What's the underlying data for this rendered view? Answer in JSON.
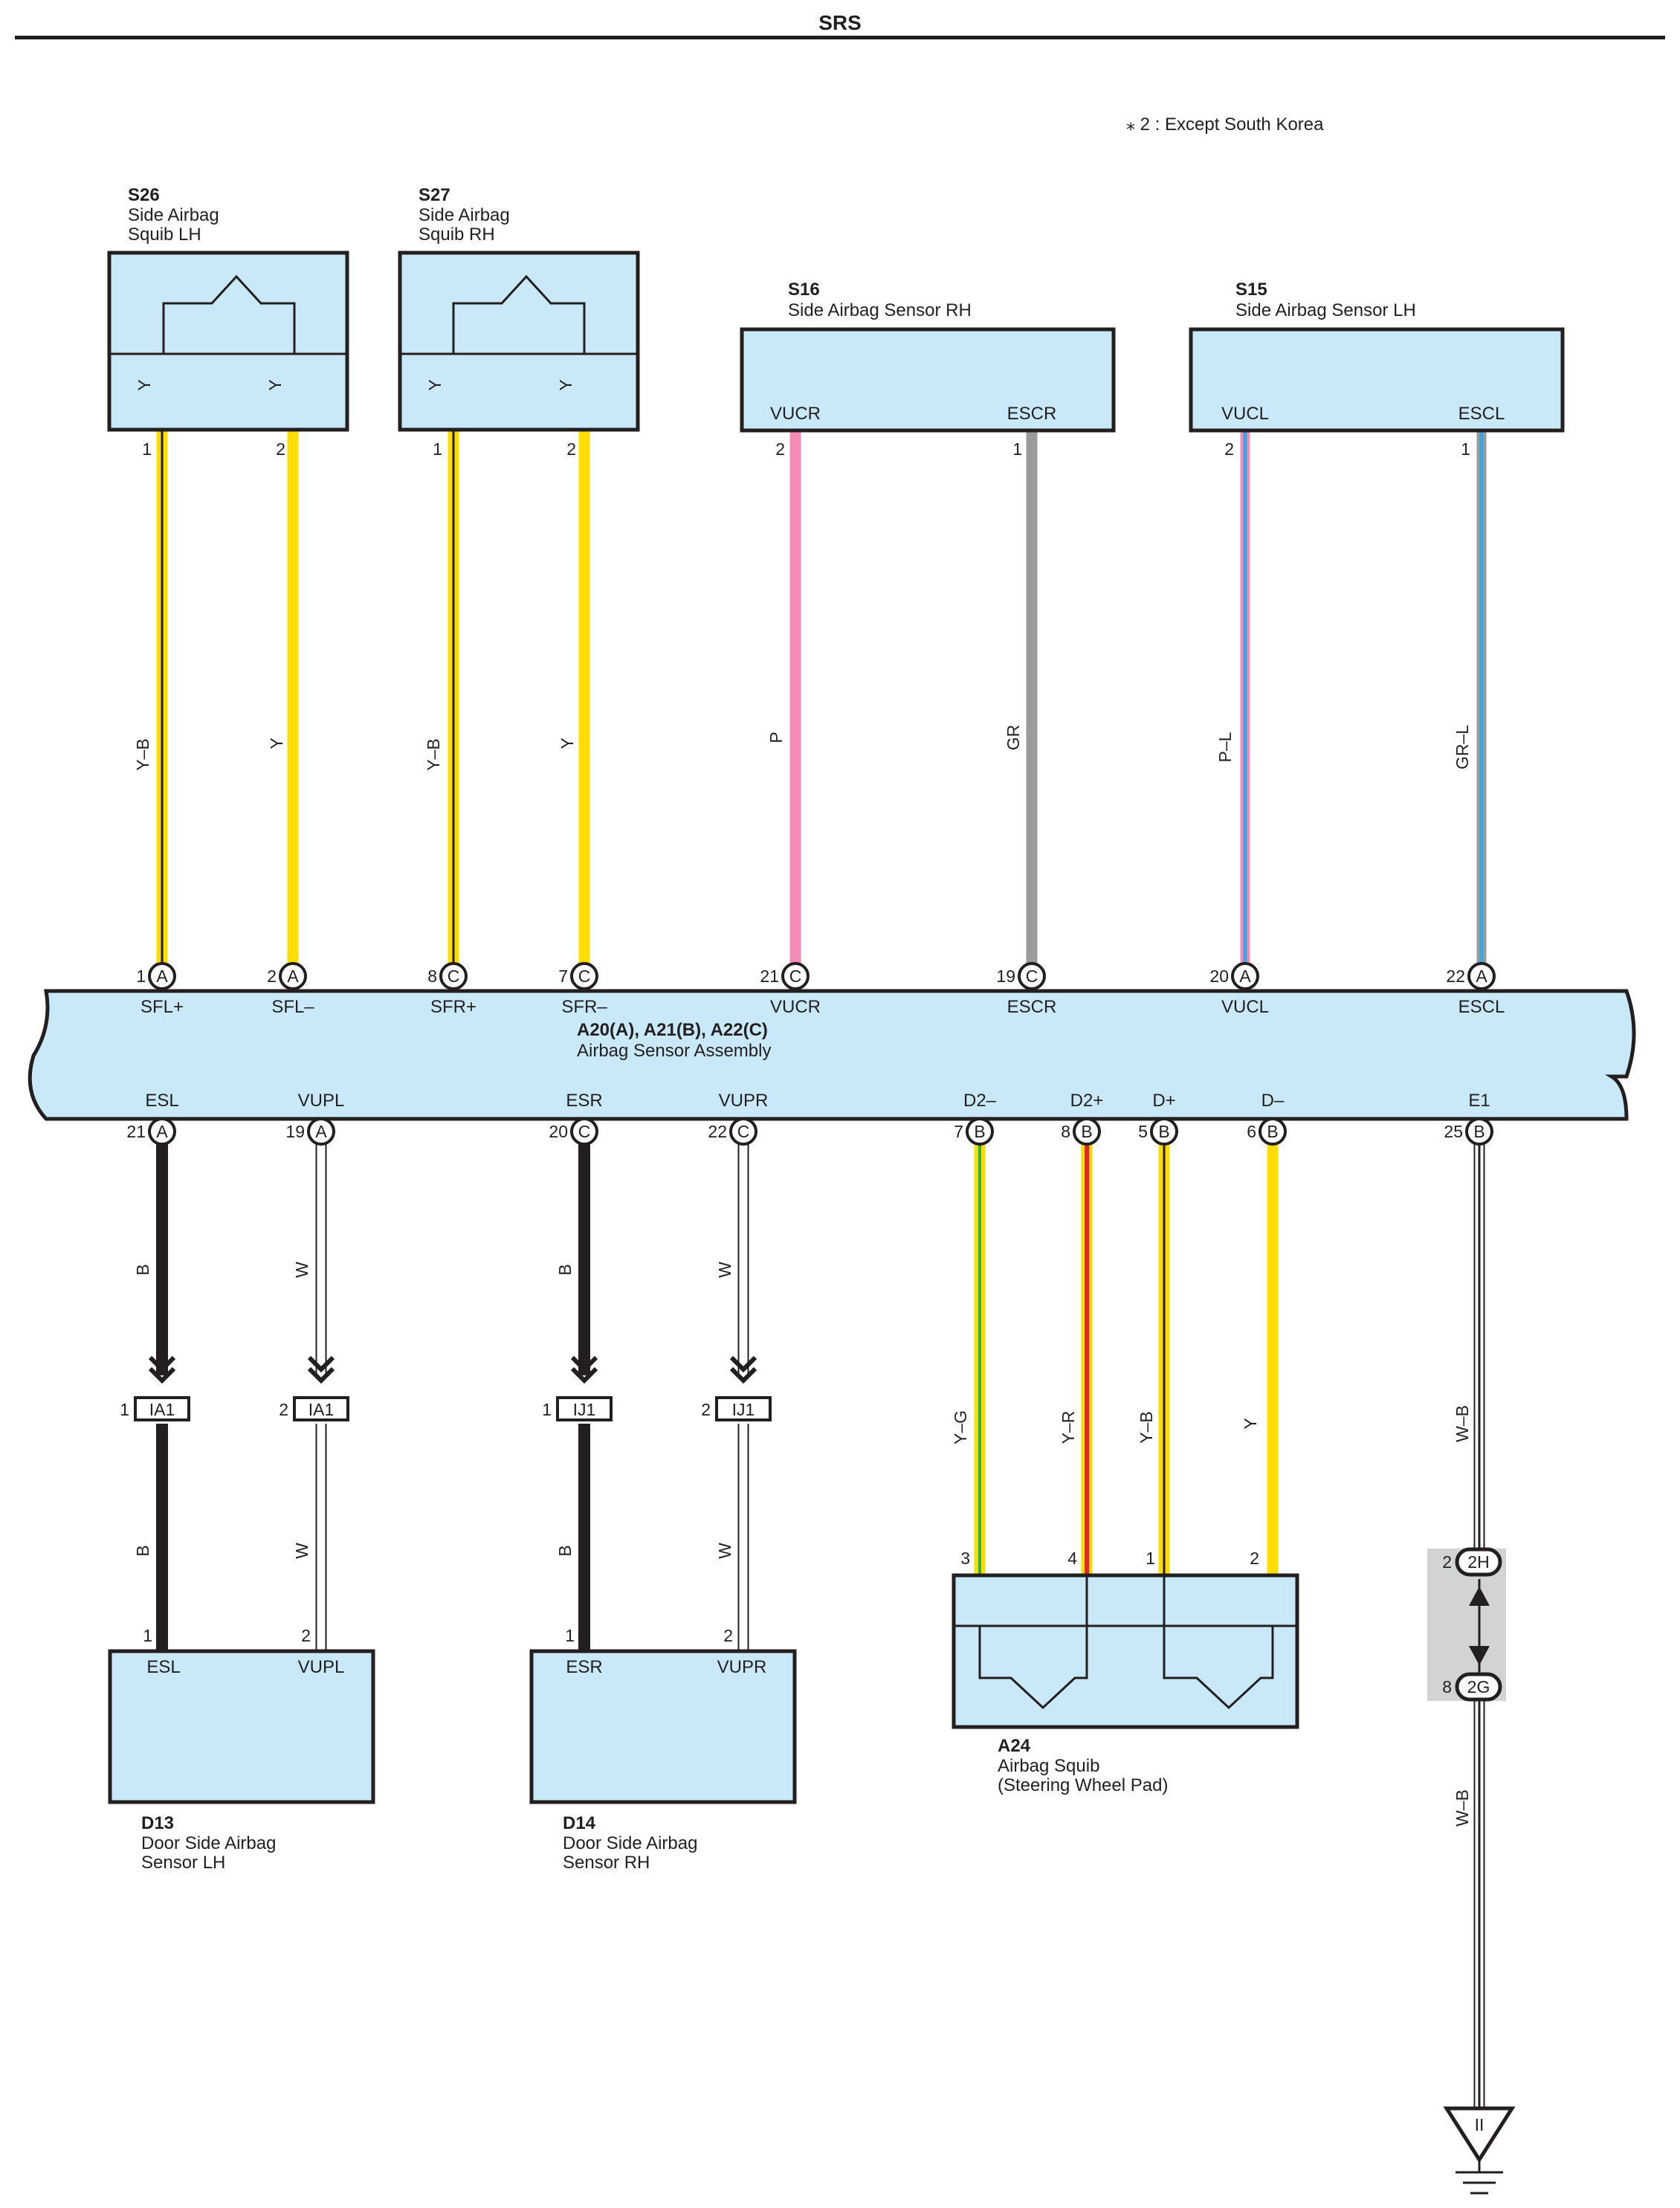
{
  "header": {
    "title": "SRS"
  },
  "note": "⁎ 2 : Except South Korea",
  "colors": {
    "box_fill": "#c9e9f8",
    "yellow": "#ffdd00",
    "pink": "#f48cba",
    "gray": "#9a9b9d",
    "blue": "#3aa6dd",
    "black": "#231f20",
    "red": "#e8222a",
    "green": "#2bb24c",
    "white": "#ffffff"
  },
  "components": {
    "S26": {
      "code": "S26",
      "name": [
        "Side Airbag",
        "Squib LH"
      ],
      "pins": [
        "1",
        "2"
      ],
      "terminal_colors": [
        "Y",
        "Y"
      ]
    },
    "S27": {
      "code": "S27",
      "name": [
        "Side Airbag",
        "Squib RH"
      ],
      "pins": [
        "1",
        "2"
      ],
      "terminal_colors": [
        "Y",
        "Y"
      ]
    },
    "S16": {
      "code": "S16",
      "name": [
        "Side Airbag Sensor RH"
      ],
      "signals": [
        "VUCR",
        "ESCR"
      ],
      "pins": [
        "2",
        "1"
      ]
    },
    "S15": {
      "code": "S15",
      "name": [
        "Side Airbag Sensor LH"
      ],
      "signals": [
        "VUCL",
        "ESCL"
      ],
      "pins": [
        "2",
        "1"
      ]
    },
    "ASSY": {
      "code": "A20(A), A21(B), A22(C)",
      "name": "Airbag Sensor Assembly",
      "top_signals": [
        "SFL+",
        "SFL–",
        "SFR+",
        "SFR–",
        "VUCR",
        "ESCR",
        "VUCL",
        "ESCL"
      ],
      "top_pins": [
        "1",
        "2",
        "8",
        "7",
        "21",
        "19",
        "20",
        "22"
      ],
      "top_conns": [
        "A",
        "A",
        "C",
        "C",
        "C",
        "C",
        "A",
        "A"
      ],
      "bottom_signals": [
        "ESL",
        "VUPL",
        "ESR",
        "VUPR",
        "D2–",
        "D2+",
        "D+",
        "D–",
        "E1"
      ],
      "bottom_pins": [
        "21",
        "19",
        "20",
        "22",
        "7",
        "8",
        "5",
        "6",
        "25"
      ],
      "bottom_conns": [
        "A",
        "A",
        "C",
        "C",
        "B",
        "B",
        "B",
        "B",
        "B"
      ]
    },
    "D13": {
      "code": "D13",
      "name": [
        "Door Side Airbag",
        "Sensor LH"
      ],
      "signals": [
        "ESL",
        "VUPL"
      ],
      "pins": [
        "1",
        "2"
      ]
    },
    "D14": {
      "code": "D14",
      "name": [
        "Door Side Airbag",
        "Sensor RH"
      ],
      "signals": [
        "ESR",
        "VUPR"
      ],
      "pins": [
        "1",
        "2"
      ]
    },
    "A24": {
      "code": "A24",
      "name": [
        "Airbag Squib",
        "(Steering Wheel Pad)"
      ],
      "pins": [
        "3",
        "4",
        "1",
        "2"
      ]
    }
  },
  "wires_top": [
    "Y–B",
    "Y",
    "Y–B",
    "Y",
    "P",
    "GR",
    "P–L",
    "GR–L"
  ],
  "wires_bottom_upper": [
    "B",
    "W",
    "B",
    "W"
  ],
  "wires_bottom_lower": [
    "B",
    "W",
    "B",
    "W"
  ],
  "wires_a24": [
    "Y–G",
    "Y–R",
    "Y–B",
    "Y"
  ],
  "wires_e1": [
    "W–B",
    "W–B"
  ],
  "inline_connectors": [
    {
      "code": "IA1",
      "pin": "1"
    },
    {
      "code": "IA1",
      "pin": "2"
    },
    {
      "code": "IJ1",
      "pin": "1"
    },
    {
      "code": "IJ1",
      "pin": "2"
    }
  ],
  "junction": {
    "upper_pin": "2",
    "upper_code": "2H",
    "lower_pin": "8",
    "lower_code": "2G"
  },
  "ground": {
    "mark": "II"
  }
}
